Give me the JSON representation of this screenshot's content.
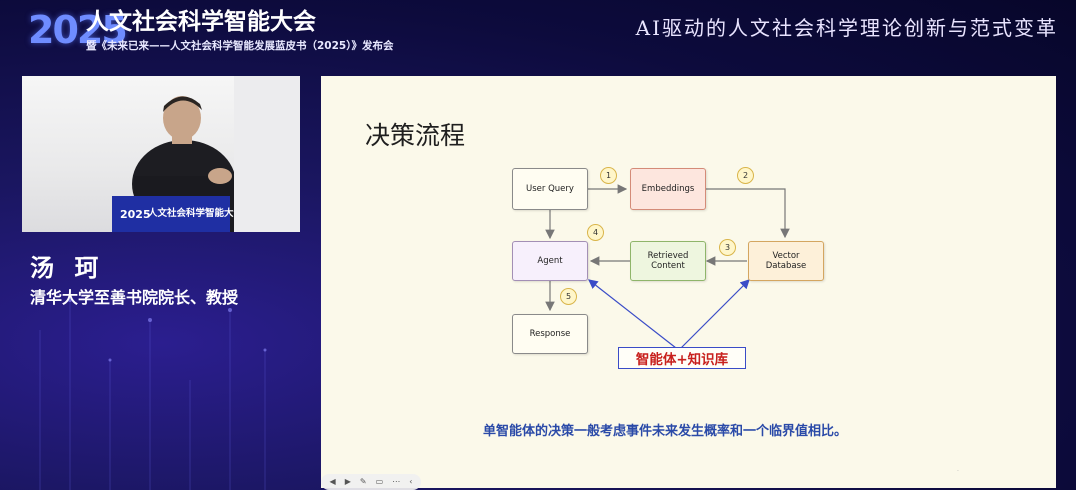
{
  "header": {
    "year": "2025",
    "title": "人文社会科学智能大会",
    "subtitle": "暨《未来已来——人文社会科学智能发展蓝皮书（2025）》发布会",
    "talk_title": "AI驱动的人文社会科学理论创新与范式变革"
  },
  "speaker": {
    "name": "汤 珂",
    "role": "清华大学至善书院院长、教授",
    "stage_screen_text": "人文社会科学智能大会",
    "stage_screen_year": "2025"
  },
  "slide": {
    "title": "决策流程",
    "nodes": {
      "user_query": "User Query",
      "embeddings": "Embeddings",
      "agent": "Agent",
      "retrieved_content": "Retrieved\nContent",
      "vector_database": "Vector\nDatabase",
      "response": "Response"
    },
    "steps": [
      "1",
      "2",
      "3",
      "4",
      "5"
    ],
    "kb_label": "智能体+知识库",
    "caption": "单智能体的决策一般考虑事件未来发生概率和一个临界值相比。",
    "page_marker": "·"
  },
  "toolbar": {
    "icons": [
      "prev-icon",
      "next-icon",
      "pen-icon",
      "presenter-icon",
      "more-icon",
      "back-icon"
    ],
    "glyphs": [
      "◀",
      "▶",
      "✎",
      "▭",
      "⋯",
      "‹"
    ]
  },
  "colors": {
    "background": "#0d0b3d",
    "slide_bg": "#fbf9ea",
    "accent_blue": "#3a4cc7",
    "caption_blue": "#2a4aa8",
    "kb_red": "#c8201d"
  }
}
